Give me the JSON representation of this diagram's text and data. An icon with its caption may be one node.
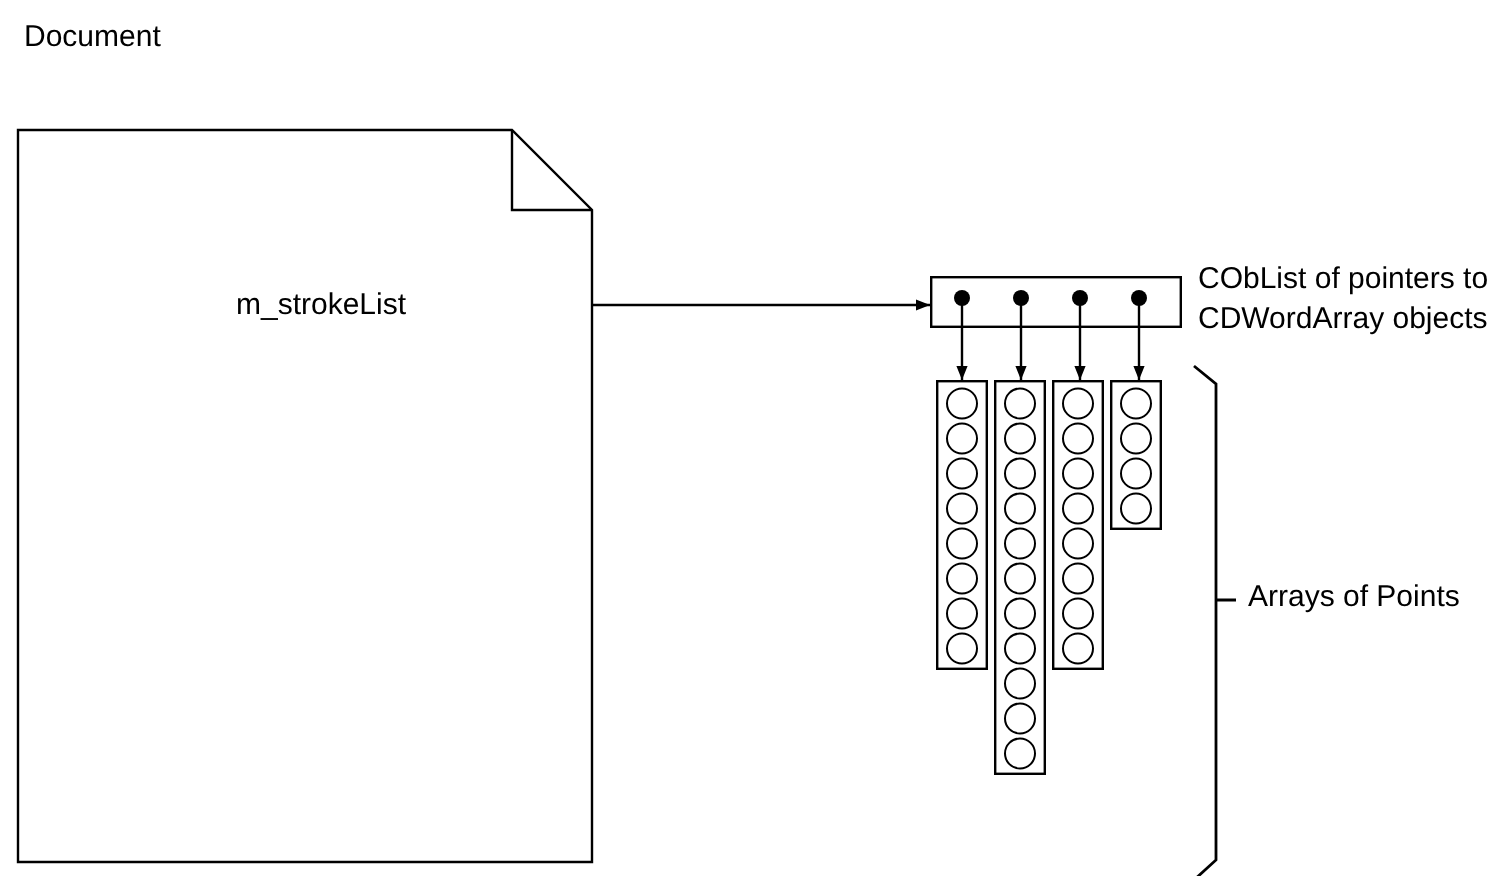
{
  "diagram": {
    "nodes": [
      {
        "text": [
          "Document"
        ]
      },
      {
        "text": [
          "m_strokeList"
        ],
        "in": 0
      },
      {
        "text": [],
        "shape": "box",
        "beside": [
          "CObList of pointers to CDWordArray objects"
        ]
      },
      {
        "text": [],
        "shape": "bar"
      },
      {
        "text": [],
        "shape": "bar"
      },
      {
        "text": [],
        "shape": "bar"
      },
      {
        "text": [],
        "shape": "bar"
      }
    ],
    "edges": [
      {
        "from": 1,
        "to": 2,
        "arrow": "to"
      },
      {
        "from": 2,
        "to": 3,
        "arrow": "to"
      },
      {
        "from": 2,
        "to": 4,
        "arrow": "to"
      },
      {
        "from": 2,
        "to": 5,
        "arrow": "to"
      },
      {
        "from": 2,
        "to": 6,
        "arrow": "to"
      }
    ],
    "labels": [
      "Arrays of Points"
    ]
  }
}
